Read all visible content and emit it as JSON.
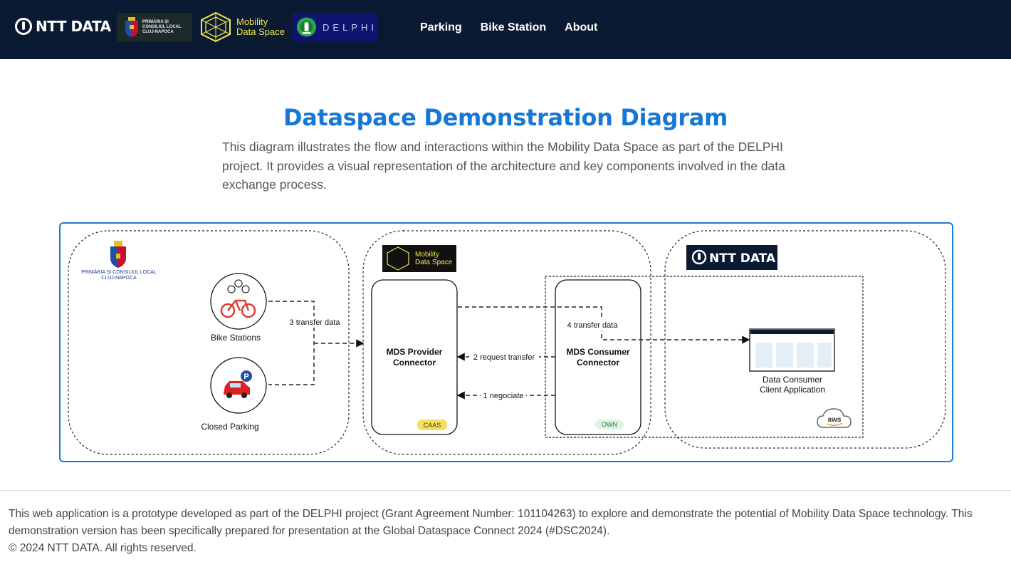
{
  "nav": {
    "ntt_logo_text": "NTT DATA",
    "cluj_logo_lines": [
      "PRIMĂRIA ȘI",
      "CONSILIUL LOCAL",
      "CLUJ-NAPOCA"
    ],
    "mds_logo_lines": [
      "Mobility",
      "Data Space"
    ],
    "delphi_logo_text": "DELPHI",
    "links": [
      "Parking",
      "Bike Station",
      "About"
    ]
  },
  "main": {
    "title": "Dataspace Demonstration Diagram",
    "description": "This diagram illustrates the flow and interactions within the Mobility Data Space as part of the DELPHI project. It provides a visual representation of the architecture and key components involved in the data exchange process."
  },
  "diagram": {
    "cluj_label": [
      "PRIMĂRIA ȘI CONSILIUL LOCAL",
      "CLUJ-NAPOCA"
    ],
    "bike_stations": "Bike Stations",
    "closed_parking": "Closed Parking",
    "transfer_3": "3 transfer data",
    "mds_logo_lines": [
      "Mobility",
      "Data Space"
    ],
    "provider_lines": [
      "MDS Provider",
      "Connector"
    ],
    "caas": "CAAS",
    "request_transfer": "2 request transfer",
    "negociate": "1 negociate",
    "transfer_4": "4 transfer data",
    "consumer_lines": [
      "MDS Consumer",
      "Connector"
    ],
    "own": "OWN",
    "ntt_logo_text": "NTT DATA",
    "client_lines": [
      "Data Consumer",
      "Client Application"
    ],
    "aws": "aws"
  },
  "footer": {
    "text": "This web application is a prototype developed as part of the DELPHI project (Grant Agreement Number: 101104263) to explore and demonstrate the potential of Mobility Data Space technology. This demonstration version has been specifically prepared for presentation at the Global Dataspace Connect 2024 (#DSC2024).",
    "copyright": "© 2024 NTT DATA. All rights reserved."
  },
  "colors": {
    "nav_bg": "#0b1a33",
    "title_blue": "#1677d6",
    "mds_yellow": "#f1e64b",
    "caas_badge": "#f7df5e",
    "own_badge": "#dff3e4"
  }
}
